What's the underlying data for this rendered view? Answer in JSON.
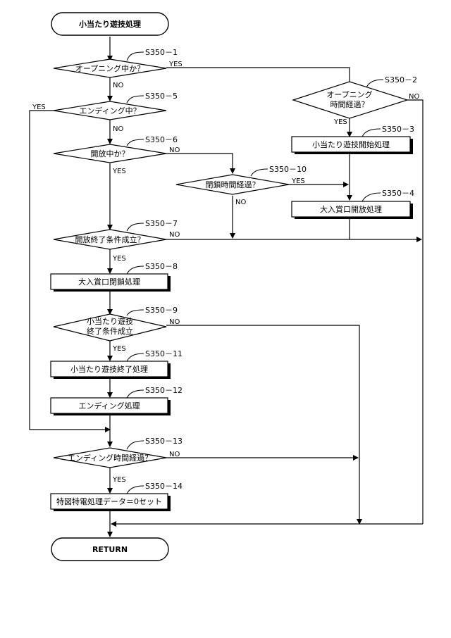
{
  "start": "小当たり遊技処理",
  "end": "RETURN",
  "decisions": {
    "d1": "オープニング中か？",
    "d2_line1": "オープニング",
    "d2_line2": "時間経過？",
    "d5": "エンディング中？",
    "d6": "開放中か？",
    "d10": "閉鎖時間経過？",
    "d7": "開放終了条件成立？",
    "d9_line1": "小当たり遊技",
    "d9_line2": "終了条件成立",
    "d13": "エンディング時間経過？"
  },
  "processes": {
    "p3": "小当たり遊技開始処理",
    "p4": "大入賞口開放処理",
    "p8": "大入賞口閉鎖処理",
    "p11": "小当たり遊技終了処理",
    "p12": "エンディング処理",
    "p14": "特図特電処理データ＝0セット"
  },
  "steps": {
    "s1": "S350－1",
    "s2": "S350－2",
    "s3": "S350－3",
    "s4": "S350－4",
    "s5": "S350－5",
    "s6": "S350－6",
    "s7": "S350－7",
    "s8": "S350－8",
    "s9": "S350－9",
    "s10": "S350－10",
    "s11": "S350－11",
    "s12": "S350－12",
    "s13": "S350－13",
    "s14": "S350－14"
  },
  "branch_labels": {
    "yes": "YES",
    "no": "NO"
  }
}
